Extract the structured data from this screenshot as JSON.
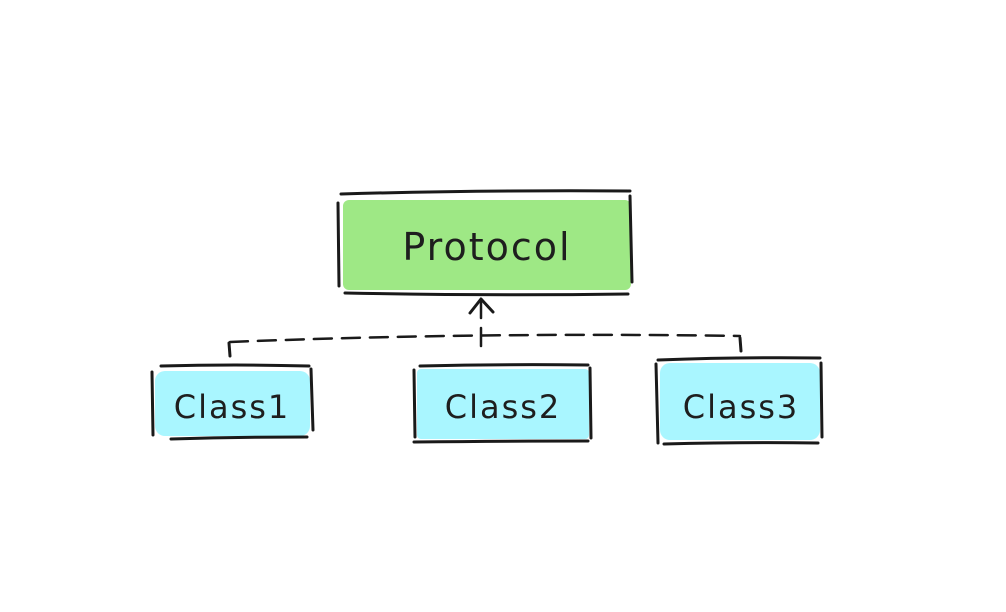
{
  "diagram": {
    "protocol": {
      "label": "Protocol",
      "fill": "#9ee885"
    },
    "classes": [
      {
        "label": "Class1",
        "fill": "#a9f6ff"
      },
      {
        "label": "Class2",
        "fill": "#a9f6ff"
      },
      {
        "label": "Class3",
        "fill": "#a9f6ff"
      }
    ],
    "stroke_color": "#1a1a1a"
  }
}
